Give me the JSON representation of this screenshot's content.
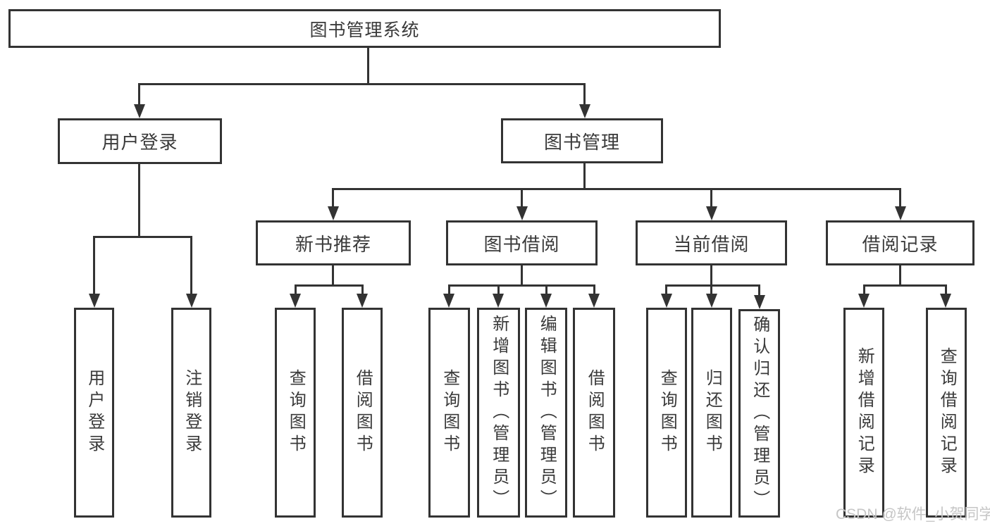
{
  "tree": {
    "root": "图书管理系统",
    "children": [
      {
        "label": "用户登录",
        "children": [
          "用户登录",
          "注销登录"
        ]
      },
      {
        "label": "图书管理",
        "children": [
          {
            "label": "新书推荐",
            "children": [
              "查询图书",
              "借阅图书"
            ]
          },
          {
            "label": "图书借阅",
            "children": [
              "查询图书",
              "新增图书（管理员）",
              "编辑图书（管理员）",
              "借阅图书"
            ]
          },
          {
            "label": "当前借阅",
            "children": [
              "查询图书",
              "归还图书",
              "确认归还（管理员）"
            ]
          },
          {
            "label": "借阅记录",
            "children": [
              "新增借阅记录",
              "查询借阅记录"
            ]
          }
        ]
      }
    ]
  },
  "watermark": "CSDN @软件_小贺同学",
  "colors": {
    "line": "#333333",
    "text": "#3a3a3a",
    "watermark": "#c6c6c6",
    "background": "#ffffff"
  }
}
